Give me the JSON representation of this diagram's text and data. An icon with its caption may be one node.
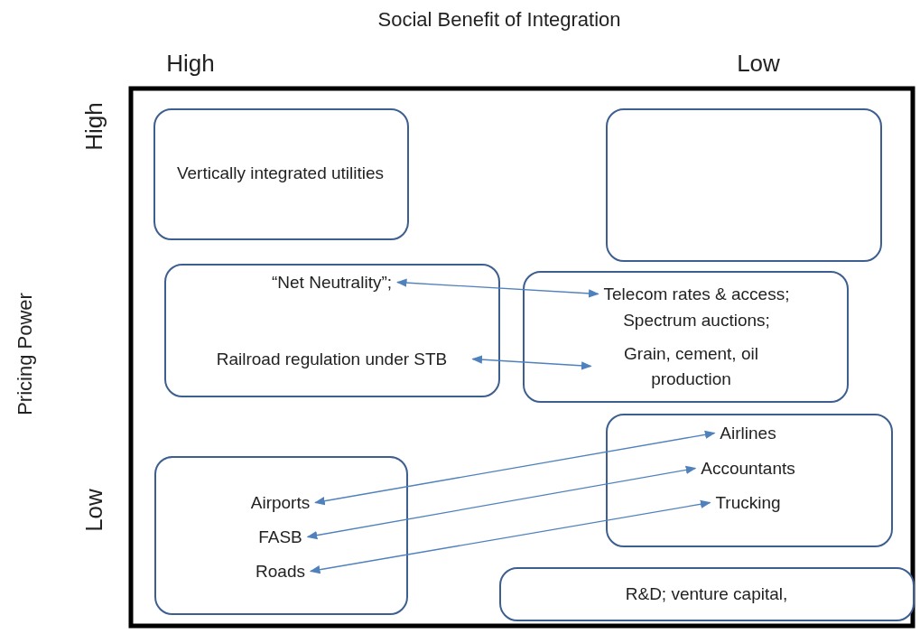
{
  "diagram": {
    "nodes": [
      {
        "text": [
          "Vertically integrated utilities"
        ]
      },
      {
        "text": [],
        "shape": "box"
      },
      {
        "text": [],
        "shape": "box"
      },
      {
        "text": [
          "“Net Neutrality”;"
        ],
        "in": 2
      },
      {
        "text": [
          "Railroad regulation under STB"
        ],
        "in": 2
      },
      {
        "text": [],
        "shape": "box"
      },
      {
        "text": [
          "Telecom rates & access;"
        ],
        "in": 5
      },
      {
        "text": [
          "Spectrum auctions;"
        ],
        "in": 5
      },
      {
        "text": [
          "Grain, cement, oil production"
        ],
        "in": 5
      },
      {
        "text": [],
        "shape": "box"
      },
      {
        "text": [
          "Airlines"
        ],
        "in": 9
      },
      {
        "text": [
          "Accountants"
        ],
        "in": 9
      },
      {
        "text": [
          "Trucking"
        ],
        "in": 9
      },
      {
        "text": [],
        "shape": "box"
      },
      {
        "text": [
          "Airports"
        ],
        "in": 13
      },
      {
        "text": [
          "FASB"
        ],
        "in": 13
      },
      {
        "text": [
          "Roads"
        ],
        "in": 13
      },
      {
        "text": [
          "R&D; venture capital,"
        ]
      }
    ],
    "edges": [
      {
        "from": 3,
        "to": 6,
        "arrow": "both"
      },
      {
        "from": 4,
        "to": 8,
        "arrow": "both"
      },
      {
        "from": 14,
        "to": 10,
        "arrow": "both"
      },
      {
        "from": 15,
        "to": 11,
        "arrow": "both"
      },
      {
        "from": 16,
        "to": 12,
        "arrow": "both"
      }
    ],
    "labels": [
      "Social Benefit of Integration",
      "High",
      "Low",
      "High",
      "Pricing Power",
      "Low"
    ]
  }
}
